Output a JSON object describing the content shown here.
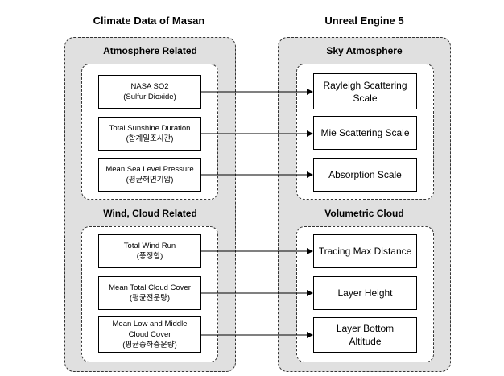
{
  "left_column": {
    "title": "Climate Data of Masan",
    "groups": [
      {
        "title": "Atmosphere Related",
        "items": [
          {
            "line1": "NASA SO2",
            "line2": "(Sulfur Dioxide)"
          },
          {
            "line1": "Total Sunshine Duration",
            "line2": "(합계일조시간)"
          },
          {
            "line1": "Mean Sea Level Pressure",
            "line2": "(평균해면기압)"
          }
        ]
      },
      {
        "title": "Wind, Cloud Related",
        "items": [
          {
            "line1": "Total Wind Run",
            "line2": "(풍정합)"
          },
          {
            "line1": "Mean Total Cloud Cover",
            "line2": "(평균전운량)"
          },
          {
            "line1": "Mean Low and Middle",
            "line2": "Cloud Cover",
            "line3": "(평균중하층운량)"
          }
        ]
      }
    ]
  },
  "right_column": {
    "title": "Unreal Engine 5",
    "groups": [
      {
        "title": "Sky Atmosphere",
        "items": [
          {
            "line1": "Rayleigh Scattering",
            "line2": "Scale"
          },
          {
            "line1": "Mie Scattering Scale"
          },
          {
            "line1": "Absorption Scale"
          }
        ]
      },
      {
        "title": "Volumetric Cloud",
        "items": [
          {
            "line1": "Tracing Max Distance"
          },
          {
            "line1": "Layer Height"
          },
          {
            "line1": "Layer Bottom",
            "line2": "Altitude"
          }
        ]
      }
    ]
  }
}
